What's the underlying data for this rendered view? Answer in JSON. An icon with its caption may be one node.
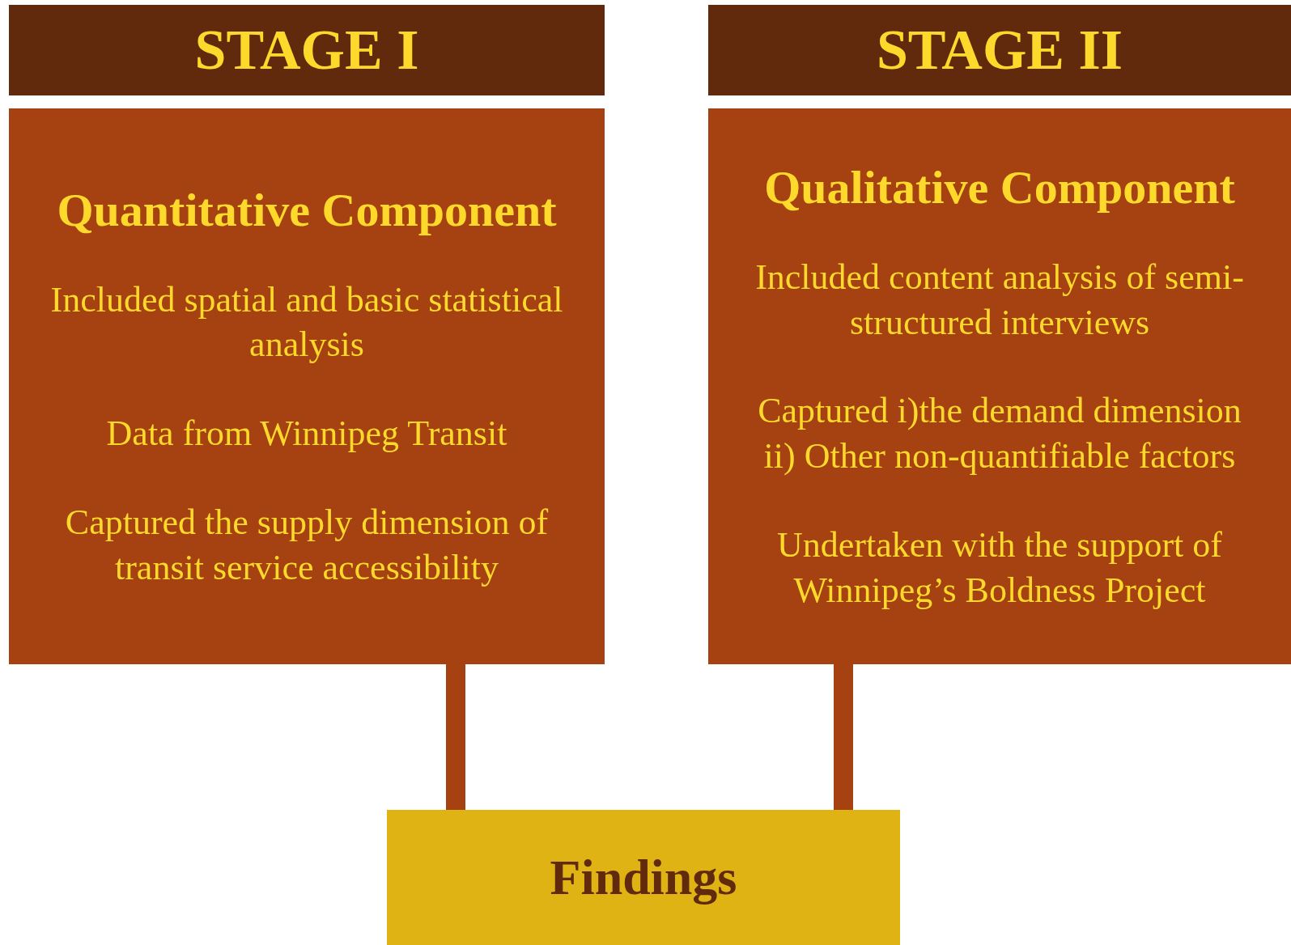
{
  "diagram": {
    "nodes": [
      {
        "text": [
          "STAGE I"
        ]
      },
      {
        "text": [
          "Quantitative Component",
          "Included spatial and basic statistical analysis",
          "Data from Winnipeg Transit",
          "Captured the supply dimension of transit service accessibility"
        ]
      },
      {
        "text": [
          "STAGE II"
        ]
      },
      {
        "text": [
          "Qualitative Component",
          "Included content analysis of semi-structured interviews",
          "Captured i)the demand dimension ii) Other non-quantifiable factors",
          "Undertaken with the support of Winnipeg’s Boldness Project"
        ]
      },
      {
        "text": [
          "Findings"
        ]
      }
    ],
    "edges": [
      {
        "from": 1,
        "to": 4,
        "arrow": "none"
      },
      {
        "from": 3,
        "to": 4,
        "arrow": "none"
      }
    ]
  }
}
